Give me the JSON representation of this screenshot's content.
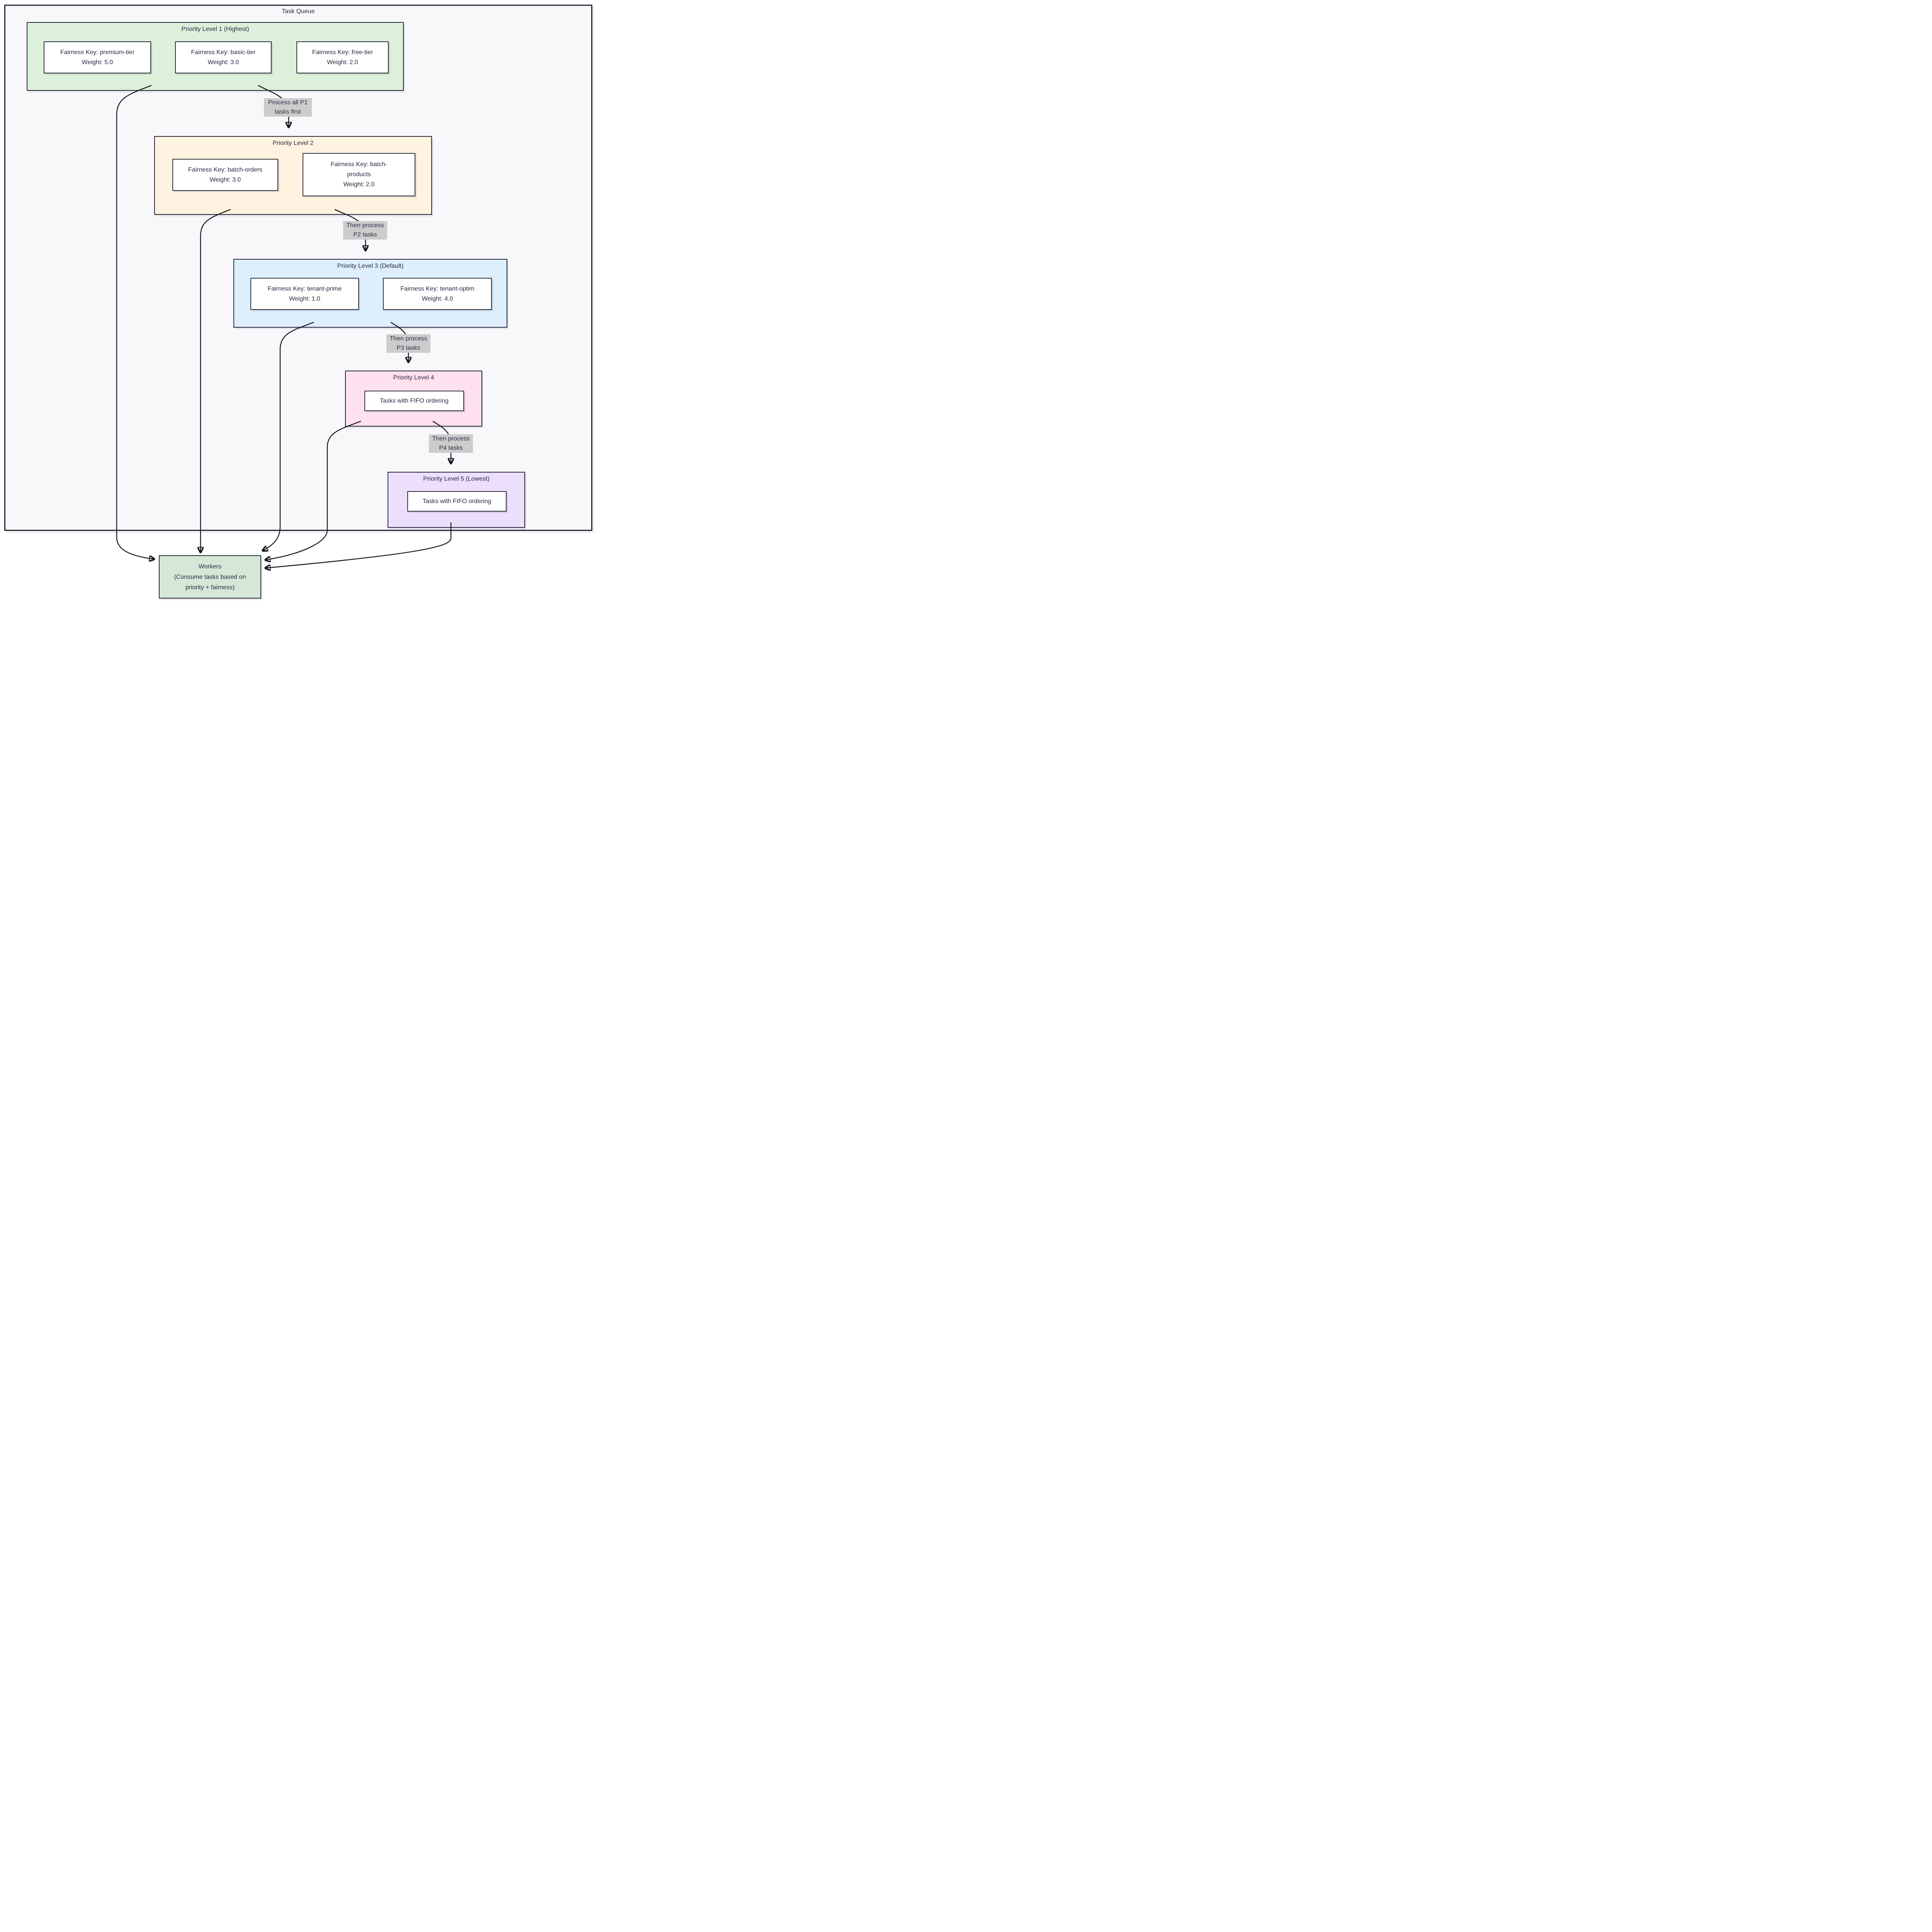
{
  "container": {
    "title": "Task Queue"
  },
  "levels": [
    {
      "title": "Priority Level 1 (Highest)",
      "nodes": [
        {
          "lines": [
            "Fairness Key: premium-tier",
            "Weight: 5.0"
          ]
        },
        {
          "lines": [
            "Fairness Key: basic-tier",
            "Weight: 3.0"
          ]
        },
        {
          "lines": [
            "Fairness Key: free-tier",
            "Weight: 2.0"
          ]
        }
      ]
    },
    {
      "title": "Priority Level 2",
      "nodes": [
        {
          "lines": [
            "Fairness Key: batch-orders",
            "Weight: 3.0"
          ]
        },
        {
          "lines": [
            "Fairness Key: batch-",
            "products",
            "Weight: 2.0"
          ]
        }
      ]
    },
    {
      "title": "Priority Level 3 (Default)",
      "nodes": [
        {
          "lines": [
            "Fairness Key: tenant-prime",
            "Weight: 1.0"
          ]
        },
        {
          "lines": [
            "Fairness Key: tenant-optim",
            "Weight: 4.0"
          ]
        }
      ]
    },
    {
      "title": "Priority Level 4",
      "nodes": [
        {
          "lines": [
            "Tasks with FIFO ordering"
          ]
        }
      ]
    },
    {
      "title": "Priority Level 5 (Lowest)",
      "nodes": [
        {
          "lines": [
            "Tasks with FIFO ordering"
          ]
        }
      ]
    }
  ],
  "edge_labels": [
    {
      "lines": [
        "Process all P1",
        "tasks first"
      ]
    },
    {
      "lines": [
        "Then process",
        "P2 tasks"
      ]
    },
    {
      "lines": [
        "Then process",
        "P3 tasks"
      ]
    },
    {
      "lines": [
        "Then process",
        "P4 tasks"
      ]
    }
  ],
  "workers": {
    "lines": [
      "Workers",
      "(Consume tasks based on",
      "priority + fairness)"
    ]
  },
  "colors": {
    "container_bg": "#f8f8fb",
    "border_dark": "#262639",
    "level1_bg": "#ddf0da",
    "level2_bg": "#fef3e0",
    "level3_bg": "#ddeefd",
    "level4_bg": "#ffe0ee",
    "level5_bg": "#ecdffc",
    "workers_bg": "#d5e8d8",
    "edge_label_bg": "#cccccc",
    "arrow": "#15151f",
    "text": "#2a2a42"
  }
}
